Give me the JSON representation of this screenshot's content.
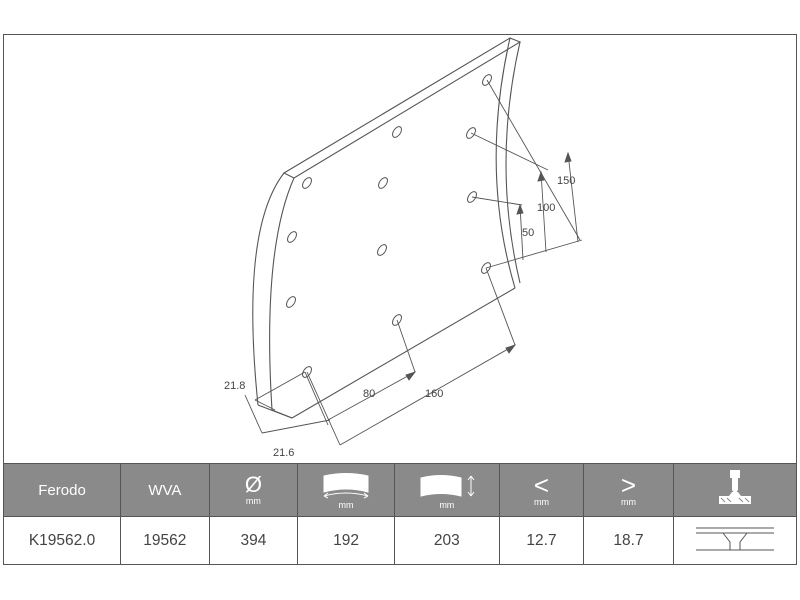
{
  "colors": {
    "header_bg": "#8a8a8a",
    "header_text": "#ffffff",
    "value_text": "#444444",
    "line": "#555555"
  },
  "diagram": {
    "dimensions": {
      "d150": "150",
      "d100": "100",
      "d50": "50",
      "d80": "80",
      "d160": "160",
      "d21_8": "21.8",
      "d21_6": "21.6"
    }
  },
  "table": {
    "headers": {
      "brand": "Ferodo",
      "wva": "WVA",
      "diameter_symbol": "Ø",
      "diameter_unit": "mm",
      "width_unit": "mm",
      "length_unit": "mm",
      "min_thickness_symbol": "<",
      "min_thickness_unit": "mm",
      "max_thickness_symbol": ">",
      "max_thickness_unit": "mm"
    },
    "header_icons": {
      "width": "curved-lining-width-icon",
      "length": "curved-lining-length-icon",
      "rivet": "rivet-drill-icon"
    },
    "values": {
      "part_number": "K19562.0",
      "wva": "19562",
      "diameter": "394",
      "width": "192",
      "length": "203",
      "min_thickness": "12.7",
      "max_thickness": "18.7",
      "rivet_icon": "rivet-profile-icon"
    }
  }
}
